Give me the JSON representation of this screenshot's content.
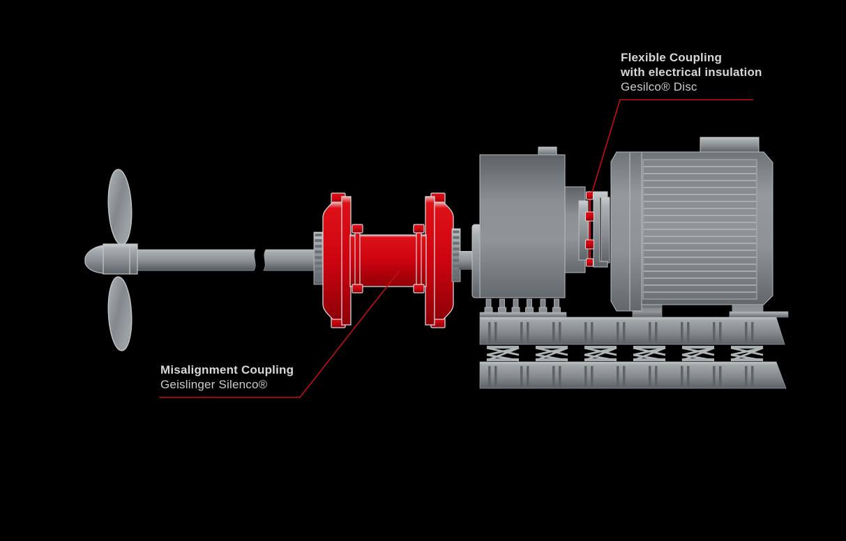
{
  "labels": {
    "flexible_coupling": {
      "line1": "Flexible Coupling",
      "line2": "with electrical insulation",
      "line3": "Gesilco® Disc"
    },
    "misalignment_coupling": {
      "line1": "Misalignment Coupling",
      "line2": "Geislinger Silenco®"
    }
  },
  "colors": {
    "background": "#000000",
    "brand_red": "#d10a12",
    "red_dark": "#8f0007",
    "leader": "#c40d14",
    "metal_light": "#a9aeb1",
    "metal_dark": "#5e6367",
    "text": "#d5d8d9"
  }
}
